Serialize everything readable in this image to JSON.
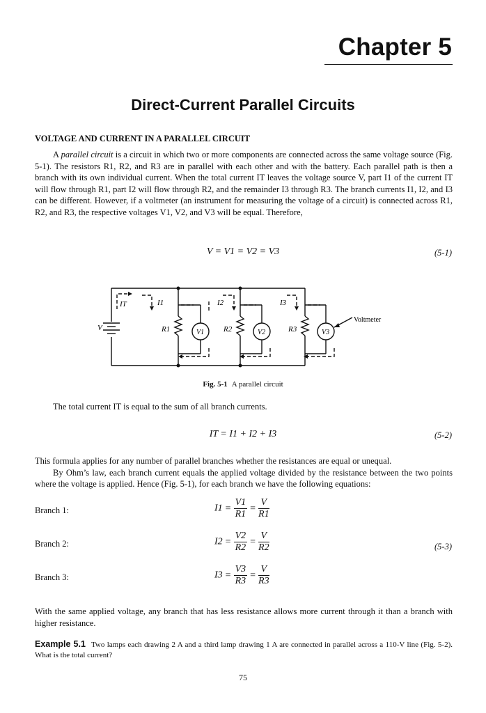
{
  "chapter": "Chapter 5",
  "title": "Direct-Current Parallel Circuits",
  "section_heading": "VOLTAGE AND CURRENT IN A PARALLEL CIRCUIT",
  "para1": {
    "start": "A ",
    "term": "parallel circuit",
    "rest": " is a circuit in which two or more components are connected across the same voltage source (Fig. 5-1). The resistors R1, R2, and R3 are in parallel with each other and with the battery. Each parallel path is then a branch with its own individual current. When the total current IT leaves the voltage source V, part I1 of the current IT will flow through R1, part I2 will flow through R2, and the remainder I3 through R3. The branch currents I1, I2, and I3 can be different. However, if a voltmeter (an instrument for measuring the voltage of a circuit) is connected across R1, R2, and R3, the respective voltages V1, V2, and V3 will be equal. Therefore,"
  },
  "eq1": {
    "text": "V = V1 = V2 = V3",
    "number": "(5-1)"
  },
  "figure": {
    "labels": {
      "voltage_source": "V",
      "total_current": "IT",
      "i1": "I1",
      "i2": "I2",
      "i3": "I3",
      "r1": "R1",
      "r2": "R2",
      "r3": "R3",
      "v1": "V1",
      "v2": "V2",
      "v3": "V3",
      "voltmeter": "Voltmeter"
    },
    "caption_label": "Fig. 5-1",
    "caption_text": "A parallel circuit"
  },
  "para2": "The total current IT is equal to the sum of all branch currents.",
  "eq2": {
    "text": "IT = I1 + I2 + I3",
    "number": "(5-2)"
  },
  "para3": "This formula applies for any number of parallel branches whether the resistances are equal or unequal.",
  "para4": "By Ohm’s law, each branch current equals the applied voltage divided by the resistance between the two points where the voltage is applied. Hence (Fig. 5-1), for each branch we have the following equations:",
  "branches": [
    {
      "label": "Branch 1:",
      "lhs": "I1",
      "n1": "V1",
      "d1": "R1",
      "n2": "V",
      "d2": "R1"
    },
    {
      "label": "Branch 2:",
      "lhs": "I2",
      "n1": "V2",
      "d1": "R2",
      "n2": "V",
      "d2": "R2"
    },
    {
      "label": "Branch 3:",
      "lhs": "I3",
      "n1": "V3",
      "d1": "R3",
      "n2": "V",
      "d2": "R3"
    }
  ],
  "eq3_number": "(5-3)",
  "para5": "With the same applied voltage, any branch that has less resistance allows more current through it than a branch with higher resistance.",
  "example": {
    "label": "Example 5.1",
    "text": "Two lamps each drawing 2 A and a third lamp drawing 1 A are connected in parallel across a 110-V line (Fig. 5-2). What is the total current?"
  },
  "page_number": "75"
}
